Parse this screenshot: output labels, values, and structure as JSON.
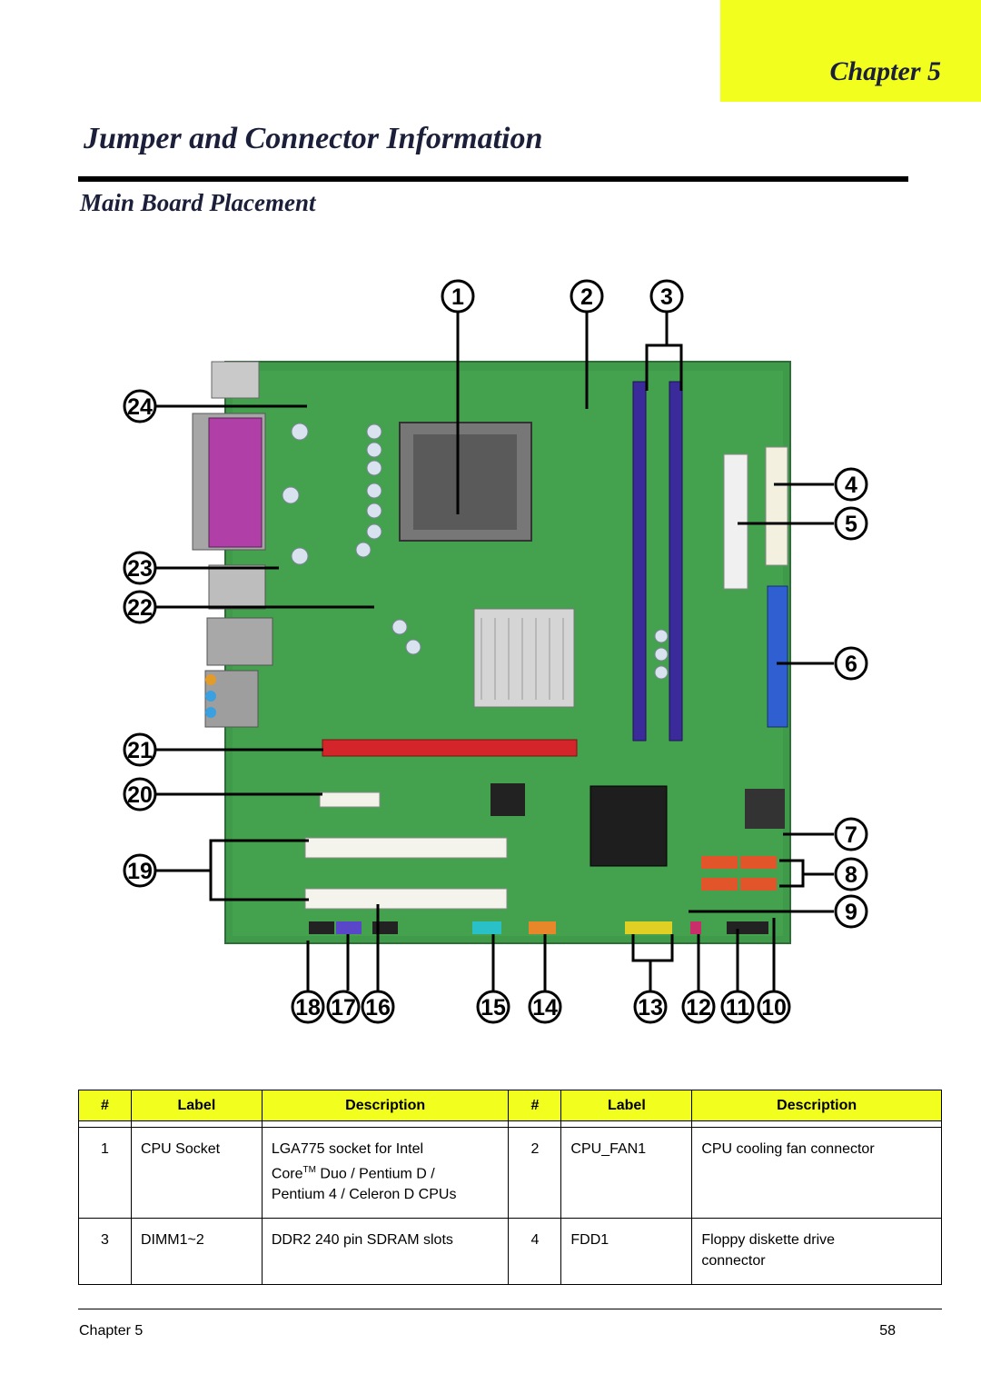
{
  "header": {
    "chapter_label": "Chapter 5"
  },
  "page_title": "Jumper and Connector Information",
  "section_title": "Main Board Placement",
  "callouts": [
    "1",
    "2",
    "3",
    "4",
    "5",
    "6",
    "7",
    "8",
    "9",
    "10",
    "11",
    "12",
    "13",
    "14",
    "15",
    "16",
    "17",
    "18",
    "19",
    "20",
    "21",
    "22",
    "23",
    "24"
  ],
  "table": {
    "headers": [
      "#",
      "Label",
      "Description",
      "#",
      "Label",
      "Description"
    ],
    "rows": [
      {
        "num1": "1",
        "label1": "CPU Socket",
        "desc1_a": "LGA775 socket for Intel",
        "desc1_b": "Core",
        "desc1_sup": "TM",
        "desc1_c": " Duo / Pentium D /",
        "desc1_d": "Pentium 4 / Celeron D CPUs",
        "num2": "2",
        "label2": "CPU_FAN1",
        "desc2": "CPU cooling fan connector"
      },
      {
        "num1": "3",
        "label1": "DIMM1~2",
        "desc1": "DDR2 240 pin SDRAM slots",
        "num2": "4",
        "label2": "FDD1",
        "desc2_a": "Floppy diskette drive",
        "desc2_b": "connector"
      }
    ]
  },
  "footer": {
    "left": "Chapter 5",
    "right": "58"
  },
  "colors": {
    "accent_yellow": "#f2ff1e",
    "title_navy": "#1b1f3a",
    "board_green": "#3f9a4a"
  }
}
